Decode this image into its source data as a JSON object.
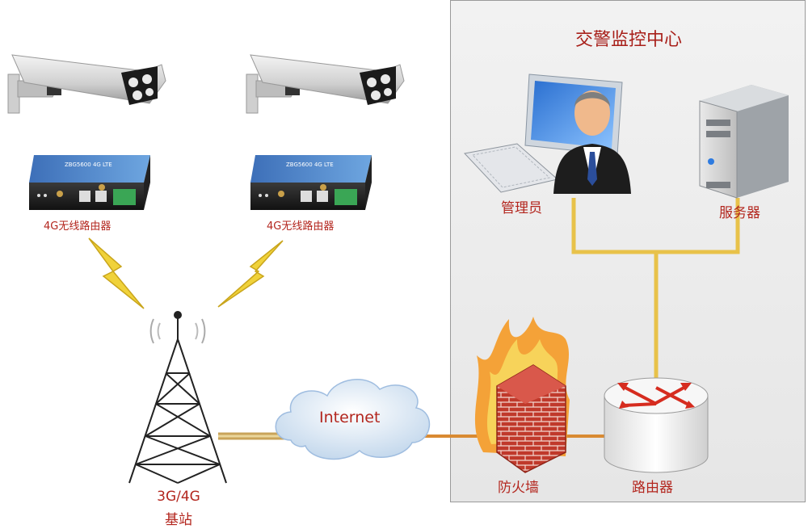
{
  "center": {
    "title": "交警监控中心"
  },
  "labels": {
    "router_left": "4G无线路由器",
    "router_right": "4G无线路由器",
    "admin": "管理员",
    "server": "服务器",
    "firewall": "防火墙",
    "router": "路由器",
    "internet": "Internet",
    "station_line1": "3G/4G",
    "station_line2": "基站"
  },
  "device": {
    "model": "ZBG5600 4G LTE"
  },
  "colors": {
    "label_red": "#b3261e",
    "wire_gold": "#e8c24a",
    "wire_orange": "#d98a32",
    "lightning": "#f0d23a"
  },
  "icons": [
    "camera-icon",
    "4g-router-icon",
    "lightning-icon",
    "tower-icon",
    "cloud-icon",
    "computer-icon",
    "person-icon",
    "keyboard-icon",
    "server-icon",
    "firewall-icon",
    "router-icon"
  ]
}
